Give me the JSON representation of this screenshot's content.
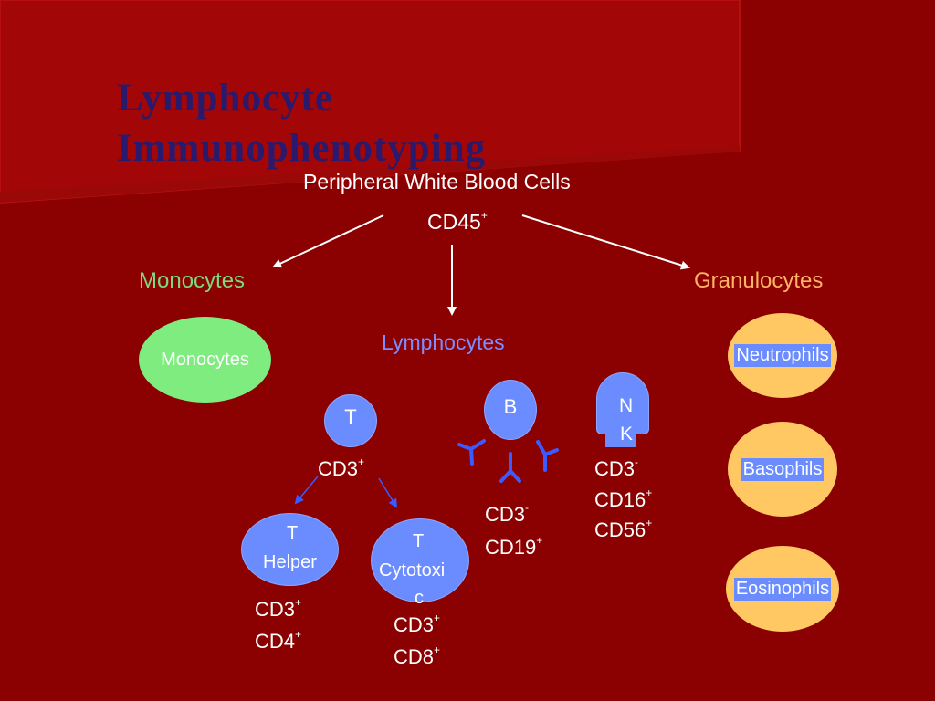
{
  "title": {
    "line1": "Lymphocyte",
    "line2": "Immunophenotyping"
  },
  "root": {
    "label": "Peripheral White Blood Cells",
    "marker": "CD45",
    "marker_sign": "+"
  },
  "monocytes": {
    "heading": "Monocytes",
    "cell_label": "Monocytes"
  },
  "granulocytes": {
    "heading": "Granulocytes",
    "cells": [
      "Neutrophils",
      "Basophils",
      "Eosinophils"
    ]
  },
  "lymphocytes": {
    "heading": "Lymphocytes",
    "t_cell": {
      "label": "T",
      "marker": "CD3",
      "sign": "+"
    },
    "b_cell": {
      "label": "B",
      "markers": [
        {
          "name": "CD3",
          "sign": "-"
        },
        {
          "name": "CD19",
          "sign": "+"
        }
      ]
    },
    "nk_cell": {
      "label_line1": "N",
      "label_line2": "K",
      "markers": [
        {
          "name": "CD3",
          "sign": "-"
        },
        {
          "name": "CD16",
          "sign": "+"
        },
        {
          "name": "CD56",
          "sign": "+"
        }
      ]
    },
    "t_helper": {
      "label_line1": "T",
      "label_line2": "Helper",
      "markers": [
        {
          "name": "CD3",
          "sign": "+"
        },
        {
          "name": "CD4",
          "sign": "+"
        }
      ]
    },
    "t_cytotoxic": {
      "label_line1": "T",
      "label_line2": "Cytotoxi",
      "label_line3": "c",
      "markers": [
        {
          "name": "CD3",
          "sign": "+"
        },
        {
          "name": "CD8",
          "sign": "+"
        }
      ]
    }
  },
  "colors": {
    "background": "#8b0000",
    "title": "#2a1a6e",
    "monocytes_heading": "#7ed87e",
    "granulocytes_heading": "#ffb366",
    "lymphocytes_heading": "#7d8cff",
    "t_cell": "#6a8cff",
    "granulocyte_cell": "#ffc863",
    "monocyte_cell": "#7fec7f"
  }
}
